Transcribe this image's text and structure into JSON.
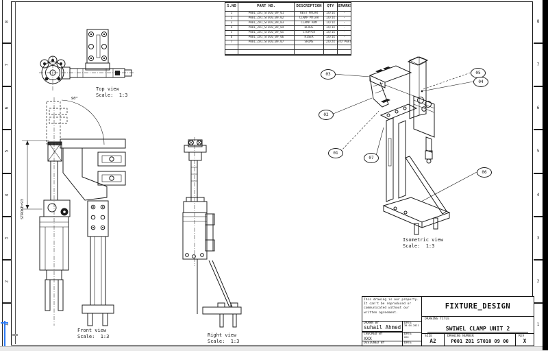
{
  "sheet": {
    "line_color": "#1c1c1c",
    "background": "#ffffff",
    "zone_numbers_left": [
      "8",
      "7",
      "6",
      "5",
      "4",
      "3",
      "2",
      "1"
    ],
    "zone_numbers_right": [
      "8",
      "7",
      "6",
      "5",
      "4",
      "3",
      "2",
      "1"
    ]
  },
  "parts_table": {
    "headers": [
      "S.NO",
      "PART NO.",
      "DESCRIPTION",
      "QTY",
      "REMARKS"
    ],
    "rows": [
      [
        "1",
        "P001_Z01_ST010_09_01",
        "REST MYLAR",
        "1X/1X",
        "-"
      ],
      [
        "2",
        "P001_Z01_ST010_09_02",
        "CLAMP MYLAR",
        "1X/1X",
        "-"
      ],
      [
        "3",
        "P001_Z01_ST010_09_03",
        "CLAMP ARM",
        "1X/1X",
        "-"
      ],
      [
        "4",
        "P001_Z01_ST010_09_04",
        "BLADE",
        "1X/1X",
        "-"
      ],
      [
        "5",
        "P001_Z01_ST010_09_05",
        "STOPPER",
        "1X/1X",
        "-"
      ],
      [
        "6",
        "P001_Z01_ST010_09_06",
        "RISER",
        "1X/1X",
        "-"
      ],
      [
        "7",
        "P001_Z01_ST010_09_07",
        "SHIMS",
        "2X/2X",
        "STD PART"
      ],
      [
        "",
        "",
        "",
        "",
        ""
      ],
      [
        "",
        "",
        "",
        "",
        ""
      ]
    ]
  },
  "views": {
    "top": {
      "label": "Top view",
      "scale": "Scale:  1:3"
    },
    "front": {
      "label": "Front view",
      "scale": "Scale:  1:3"
    },
    "right": {
      "label": "Right view",
      "scale": "Scale:  1:3"
    },
    "isometric": {
      "label": "Isometric view",
      "scale": "Scale:  1:3"
    }
  },
  "annotations": {
    "stroke_dim": "STROKE=93",
    "angle_dim": "90°",
    "callouts": [
      "01",
      "02",
      "03",
      "04",
      "05",
      "06",
      "07"
    ]
  },
  "title_block": {
    "property_note": "This drawing is our property. It can't be reproduced or communicated without our written agreement.",
    "org_title": "FIXTURE_DESIGN",
    "drawing_title_label": "DRAWING TITLE",
    "drawing_title": "SWIWEL CLAMP UNIT 2",
    "drawn_by_label": "DRAWN BY",
    "drawn_by": "suhail Ahmed",
    "drawn_date": "30-04-2021",
    "checked_by_label": "CHECKED BY",
    "checked_by": "XXX",
    "checked_date": "XXX",
    "designed_by_label": "DESIGNED BY",
    "date_label": "DATE",
    "size_label": "SIZE",
    "size": "A2",
    "drawing_number_label": "DRAWING NUMBER",
    "drawing_number": "P001 Z01 ST010 09 00",
    "rev_label": "REV",
    "rev": "X"
  },
  "viewer": {
    "cursor_color": "#2e7cf6"
  }
}
